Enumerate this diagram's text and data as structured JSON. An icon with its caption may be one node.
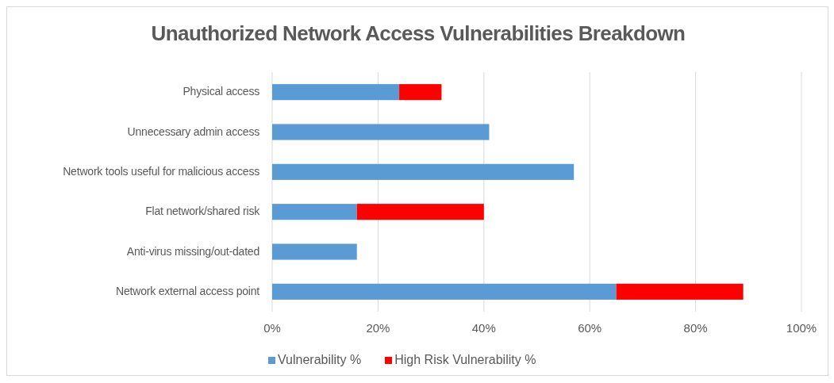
{
  "diagram": {
    "chart_data": {
      "type": "bar",
      "orientation": "horizontal",
      "stacked": true,
      "title": "Unauthorized Network Access Vulnerabilities Breakdown",
      "categories": [
        "Physical access",
        "Unnecessary admin access",
        "Network tools useful for malicious access",
        "Flat network/shared risk",
        "Anti-virus missing/out-dated",
        "Network external access point"
      ],
      "series": [
        {
          "name": "Vulnerability %",
          "color": "#5b9bd5",
          "values": [
            24,
            41,
            57,
            16,
            16,
            65
          ]
        },
        {
          "name": "High Risk Vulnerability %",
          "color": "#ff0000",
          "values": [
            8,
            null,
            null,
            24,
            null,
            24
          ]
        }
      ],
      "xlim": [
        0,
        100
      ],
      "grid": true,
      "legend": "bottom",
      "xticks": [
        {
          "value": 0,
          "label": "0%"
        },
        {
          "value": 20,
          "label": "20%"
        },
        {
          "value": 40,
          "label": "40%"
        },
        {
          "value": 60,
          "label": "60%"
        },
        {
          "value": 80,
          "label": "80%"
        },
        {
          "value": 100,
          "label": "100%"
        }
      ]
    }
  }
}
